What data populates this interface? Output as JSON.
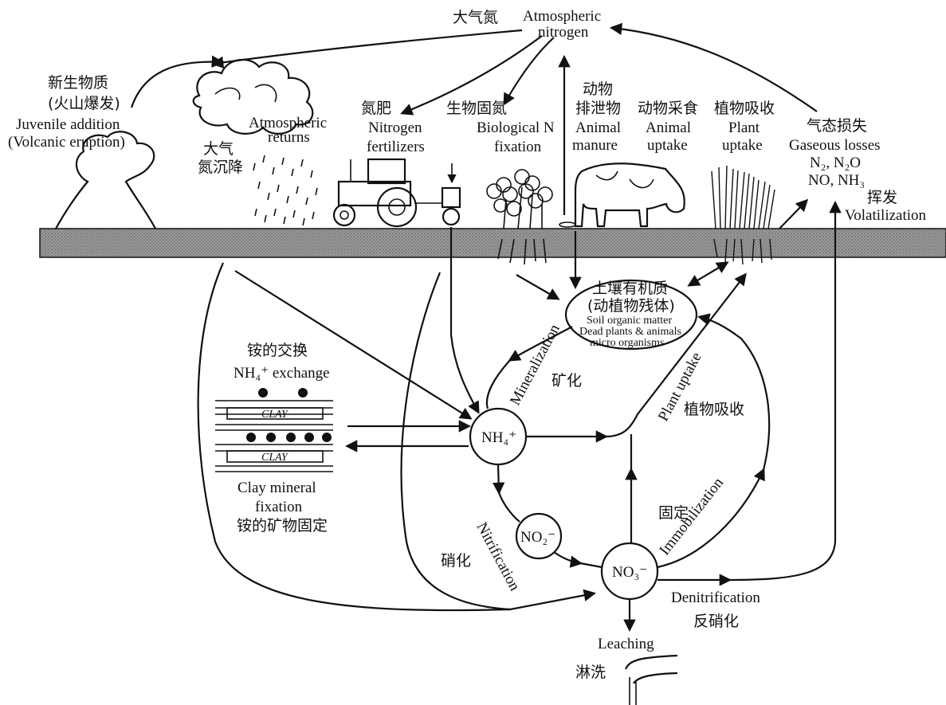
{
  "colors": {
    "ink": "#111111",
    "soil": "#8a8a8a",
    "background": "#ffffff"
  },
  "labels": {
    "atm_n_zh": "大气氮",
    "atm_n_en1": "Atmospheric",
    "atm_n_en2": "nitrogen",
    "juvenile_zh1": "新生物质",
    "juvenile_zh2": "(火山爆发)",
    "juvenile_en1": "Juvenile addition",
    "juvenile_en2": "(Volcanic eruption)",
    "atm_returns_en1": "Atmospheric",
    "atm_returns_en2": "returns",
    "atm_returns_zh1": "大气",
    "atm_returns_zh2": "氮沉降",
    "fert_zh": "氮肥",
    "fert_en1": "Nitrogen",
    "fert_en2": "fertilizers",
    "bio_zh": "生物固氮",
    "bio_en1": "Biological N",
    "bio_en2": "fixation",
    "manure_zh1": "动物",
    "manure_zh2": "排泄物",
    "manure_en1": "Animal",
    "manure_en2": "manure",
    "animal_up_zh": "动物采食",
    "animal_up_en1": "Animal",
    "animal_up_en2": "uptake",
    "plant_up_zh": "植物吸收",
    "plant_up_en1": "Plant",
    "plant_up_en2": "uptake",
    "gas_zh": "气态损失",
    "gas_en": "Gaseous losses",
    "gas_f1": "N₂, N₂O",
    "gas_f2": "NO, NH₃",
    "volat_zh": "挥发",
    "volat_en": "Volatilization",
    "som_zh1": "土壤有机质",
    "som_zh2": "(动植物残体)",
    "som_en1": "Soil organic matter",
    "som_en2": "Dead plants & animals",
    "som_en3": "micro organisms",
    "mineralization_en": "Mineralization",
    "mineralization_zh": "矿化",
    "plant_uptake_en": "Plant uptake",
    "plant_uptake_zh": "植物吸收",
    "nh4_exchange_zh": "铵的交换",
    "nh4_exchange_en": "NH₄⁺ exchange",
    "clay": "CLAY",
    "clay_fix_en1": "Clay mineral",
    "clay_fix_en2": "fixation",
    "clay_fix_zh": "铵的矿物固定",
    "nh4": "NH₄⁺",
    "no2": "NO₂⁻",
    "no3": "NO₃⁻",
    "nitrification_en": "Nitrification",
    "nitrification_zh": "硝化",
    "immob_zh": "固定",
    "immob_en": "Immobilization",
    "denit_en": "Denitrification",
    "denit_zh": "反硝化",
    "leach_en": "Leaching",
    "leach_zh": "淋洗"
  }
}
